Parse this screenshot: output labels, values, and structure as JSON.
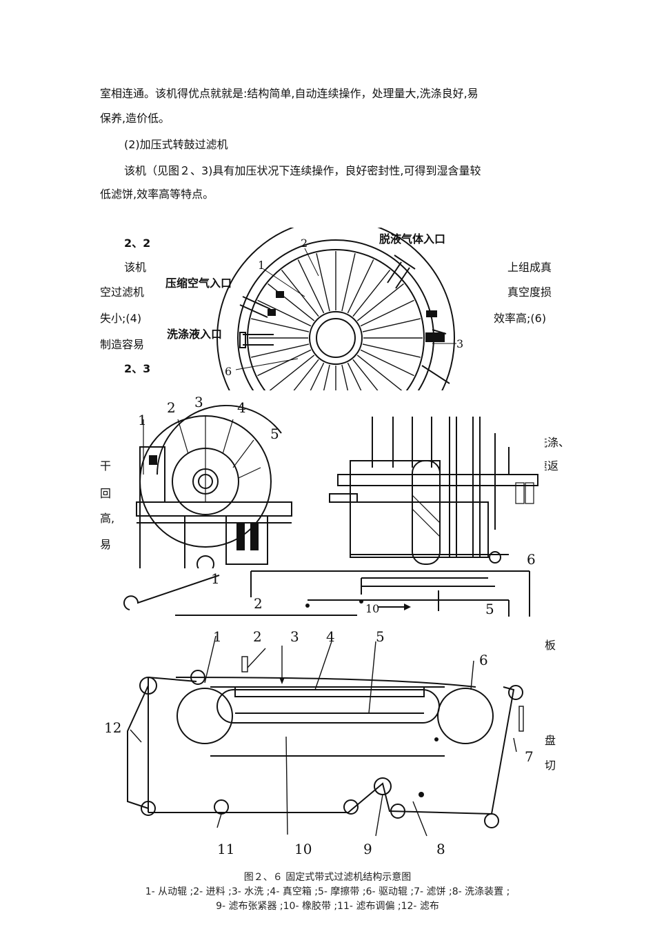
{
  "text": {
    "line1": "室相连通。该机得优点就就是:结构简单,自动连续操作，处理量大,洗涤良好,易",
    "line2": "保养,造价低。",
    "line3": "(2)加压式转鼓过滤机",
    "line4": "该机（见图２、3)具有加压状况下连续操作，良好密封性,可得到湿含量较",
    "line5": "低滤饼,效率高等特点。"
  },
  "hidden_fragments": {
    "h22": "2、2",
    "l_gaiji": "该机",
    "r_zucheng": "上组成真",
    "l_kong": "空过滤机",
    "r_zhenkong": "真空度损",
    "l_shi": "失小;(4)",
    "r_xiaolv": "效率高;(6)",
    "l_zhizao": "制造容易",
    "h23": "2、3",
    "r_xidi": "洗涤、",
    "l_gan": "干",
    "r_fan": "速返",
    "l_hui": "回",
    "l_gao": "高,",
    "l_yi": "易",
    "r_ban": "板",
    "r_pan": "盘",
    "r_qie": "切"
  },
  "figure_a": {
    "label_tuoye": "脱液气体入口",
    "label_yasuo": "压缩空气入口",
    "label_xidi": "洗涤液入口",
    "n1": "1",
    "n2": "2",
    "n3": "3",
    "n6": "6"
  },
  "figure_b": {
    "n1": "1",
    "n2": "2",
    "n3": "3",
    "n4": "4",
    "n5": "5",
    "n6": "6"
  },
  "figure_c": {
    "n1": "1",
    "n2": "2",
    "n5": "5",
    "n10": "10"
  },
  "figure_d": {
    "n1": "1",
    "n2": "2",
    "n3": "3",
    "n4": "4",
    "n5": "5",
    "n6": "6",
    "n7": "7",
    "n8": "8",
    "n9": "9",
    "n10": "10",
    "n11": "11",
    "n12": "12"
  },
  "caption": {
    "title": "图２、６ 固定式带式过滤机结构示意图",
    "legend1": "1- 从动辊 ;2- 进料 ;3- 水洗 ;4- 真空箱 ;5- 摩擦带 ;6- 驱动辊 ;7- 滤饼 ;8- 洗涤装置 ;",
    "legend2": "9- 滤布张紧器 ;10- 橡胶带 ;11- 滤布调偏 ;12- 滤布"
  }
}
